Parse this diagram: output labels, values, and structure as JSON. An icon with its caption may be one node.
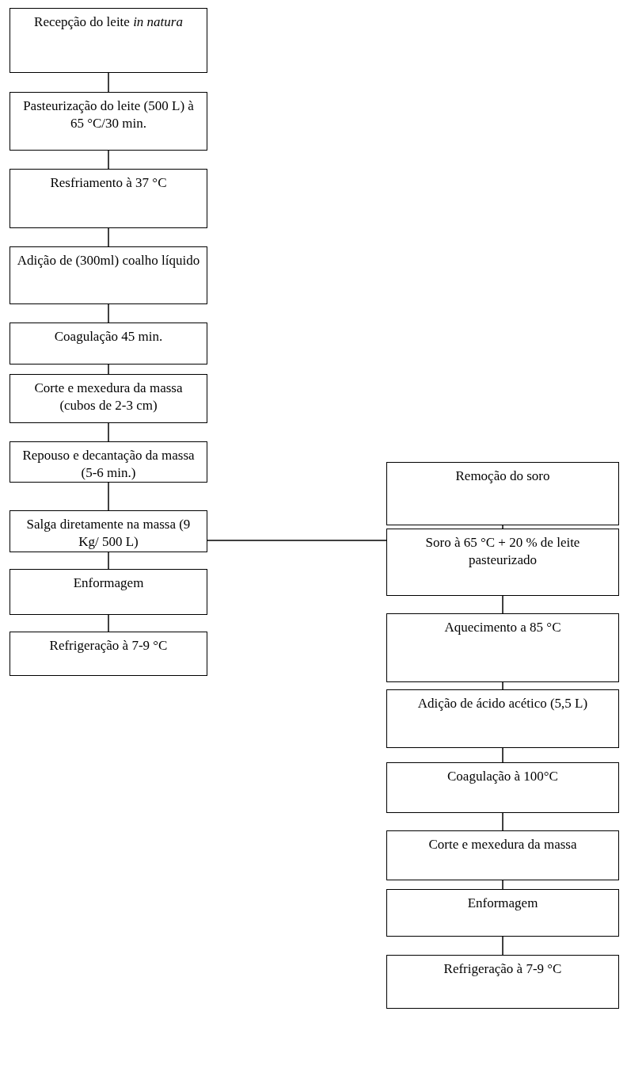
{
  "diagram": {
    "nodes": [
      {
        "text": [
          "Recepção do leite *in natura*"
        ]
      },
      {
        "text": [
          "Pasteurização do leite (500 L) à 65 °C/30 min."
        ]
      },
      {
        "text": [
          "Resfriamento à 37 °C"
        ]
      },
      {
        "text": [
          "Adição de (300ml) coalho líquido"
        ]
      },
      {
        "text": [
          "Coagulação 45 min."
        ]
      },
      {
        "text": [
          "Corte e mexedura da massa (cubos de 2-3 cm)"
        ]
      },
      {
        "text": [
          "Repouso e decantação da massa (5-6 min.)"
        ]
      },
      {
        "text": [
          "Salga diretamente na massa (9 Kg/ 500 L)"
        ]
      },
      {
        "text": [
          "Enformagem"
        ]
      },
      {
        "text": [
          "Refrigeração à 7-9  °C"
        ]
      },
      {
        "text": [
          "Remoção do soro"
        ]
      },
      {
        "text": [
          "Soro à 65 °C + 20 % de leite pasteurizado"
        ]
      },
      {
        "text": [
          "Aquecimento a 85 °C"
        ]
      },
      {
        "text": [
          "Adição de ácido acético  (5,5 L)"
        ]
      },
      {
        "text": [
          "Coagulação à 100°C"
        ]
      },
      {
        "text": [
          "Corte e mexedura da massa"
        ]
      },
      {
        "text": [
          "Enformagem"
        ]
      },
      {
        "text": [
          "Refrigeração à 7-9 °C"
        ]
      }
    ],
    "edges": [
      {
        "from": 0,
        "to": 1,
        "arrow": "none"
      },
      {
        "from": 1,
        "to": 2,
        "arrow": "none"
      },
      {
        "from": 2,
        "to": 3,
        "arrow": "none"
      },
      {
        "from": 3,
        "to": 4,
        "arrow": "none"
      },
      {
        "from": 4,
        "to": 5,
        "arrow": "none"
      },
      {
        "from": 5,
        "to": 6,
        "arrow": "none"
      },
      {
        "from": 6,
        "to": 7,
        "arrow": "none"
      },
      {
        "from": 7,
        "to": 8,
        "arrow": "none"
      },
      {
        "from": 8,
        "to": 9,
        "arrow": "none"
      },
      {
        "from": 7,
        "to": 11,
        "arrow": "none"
      },
      {
        "from": 10,
        "to": 11,
        "arrow": "none"
      },
      {
        "from": 11,
        "to": 12,
        "arrow": "none"
      },
      {
        "from": 12,
        "to": 13,
        "arrow": "none"
      },
      {
        "from": 13,
        "to": 14,
        "arrow": "none"
      },
      {
        "from": 14,
        "to": 15,
        "arrow": "none"
      },
      {
        "from": 15,
        "to": 16,
        "arrow": "none"
      },
      {
        "from": 16,
        "to": 17,
        "arrow": "none"
      }
    ]
  }
}
